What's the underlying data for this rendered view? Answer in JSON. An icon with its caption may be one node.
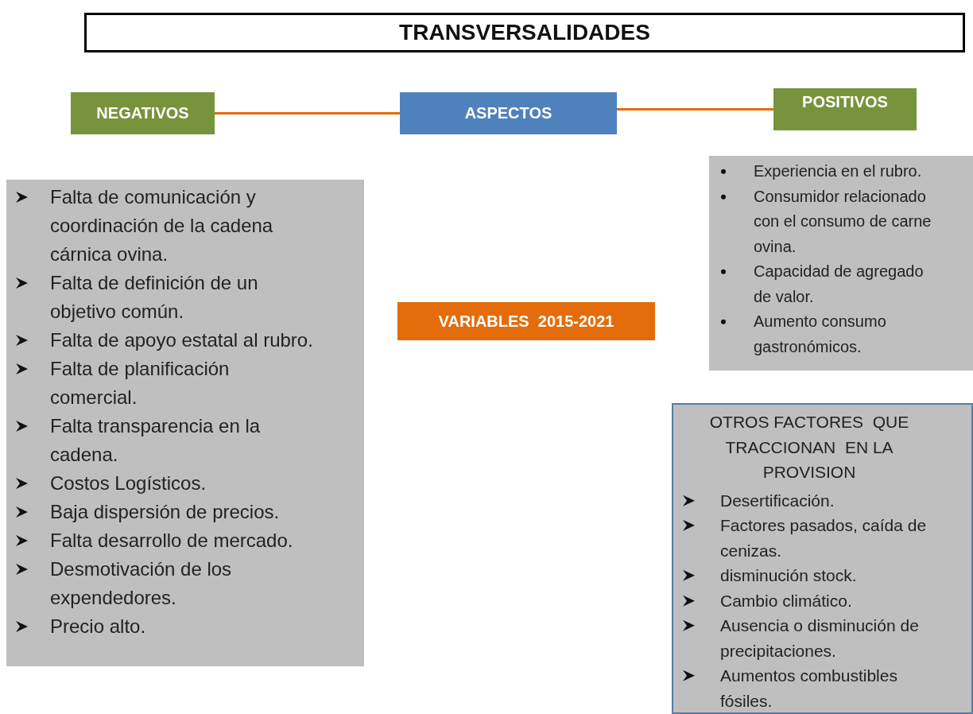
{
  "diagram": {
    "title": "TRANSVERSALIDADES",
    "nodes": [
      {
        "text": [
          "NEGATIVOS"
        ]
      },
      {
        "text": [
          "ASPECTOS"
        ]
      },
      {
        "text": [
          "POSITIVOS"
        ]
      },
      {
        "text": [
          "Falta de comunicación y coordinación de la cadena cárnica ovina.",
          "Falta de definición de un objetivo común.",
          "Falta de apoyo estatal al rubro.",
          "Falta de planificación comercial.",
          "Falta transparencia en la cadena.",
          "Costos Logísticos.",
          "Baja dispersión de precios.",
          "Falta desarrollo de mercado.",
          "Desmotivación de los expendedores.",
          "Precio alto."
        ]
      },
      {
        "text": [
          "Experiencia en el rubro.",
          "Consumidor relacionado con el consumo de carne ovina.",
          "Capacidad de agregado de valor.",
          "Aumento consumo gastronómicos."
        ]
      },
      {
        "text": [
          "VARIABLES  2015-2021"
        ]
      },
      {
        "text": [
          "OTROS FACTORES  QUE TRACCIONAN  EN LA PROVISION",
          "Desertificación.",
          "Factores pasados, caída de cenizas.",
          "disminución stock.",
          "Cambio climático.",
          "Ausencia o disminución de precipitaciones.",
          "Aumentos combustibles fósiles."
        ]
      }
    ],
    "edges": [
      {
        "from": 1,
        "to": 0,
        "arrow": "none"
      },
      {
        "from": 1,
        "to": 2,
        "arrow": "none"
      }
    ]
  }
}
